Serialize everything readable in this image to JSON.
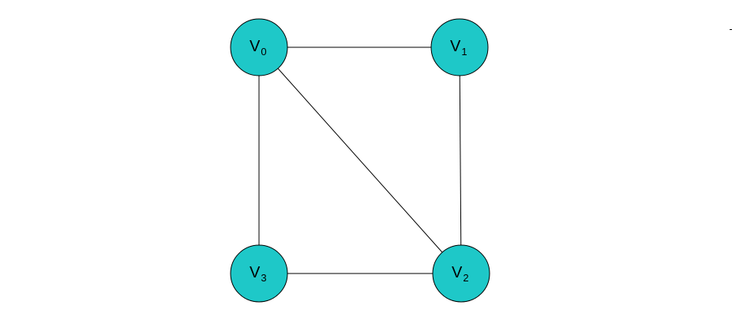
{
  "colors": {
    "node_fill": "#1ec8c8",
    "edge": "#000000",
    "node_stroke": "#000000"
  },
  "nodes": [
    {
      "id": "v0",
      "base": "V",
      "sub": "0"
    },
    {
      "id": "v1",
      "base": "V",
      "sub": "1"
    },
    {
      "id": "v2",
      "base": "V",
      "sub": "2"
    },
    {
      "id": "v3",
      "base": "V",
      "sub": "3"
    }
  ],
  "edges": [
    {
      "from": "v0",
      "to": "v1"
    },
    {
      "from": "v0",
      "to": "v2"
    },
    {
      "from": "v0",
      "to": "v3"
    },
    {
      "from": "v1",
      "to": "v2"
    },
    {
      "from": "v3",
      "to": "v2"
    }
  ]
}
